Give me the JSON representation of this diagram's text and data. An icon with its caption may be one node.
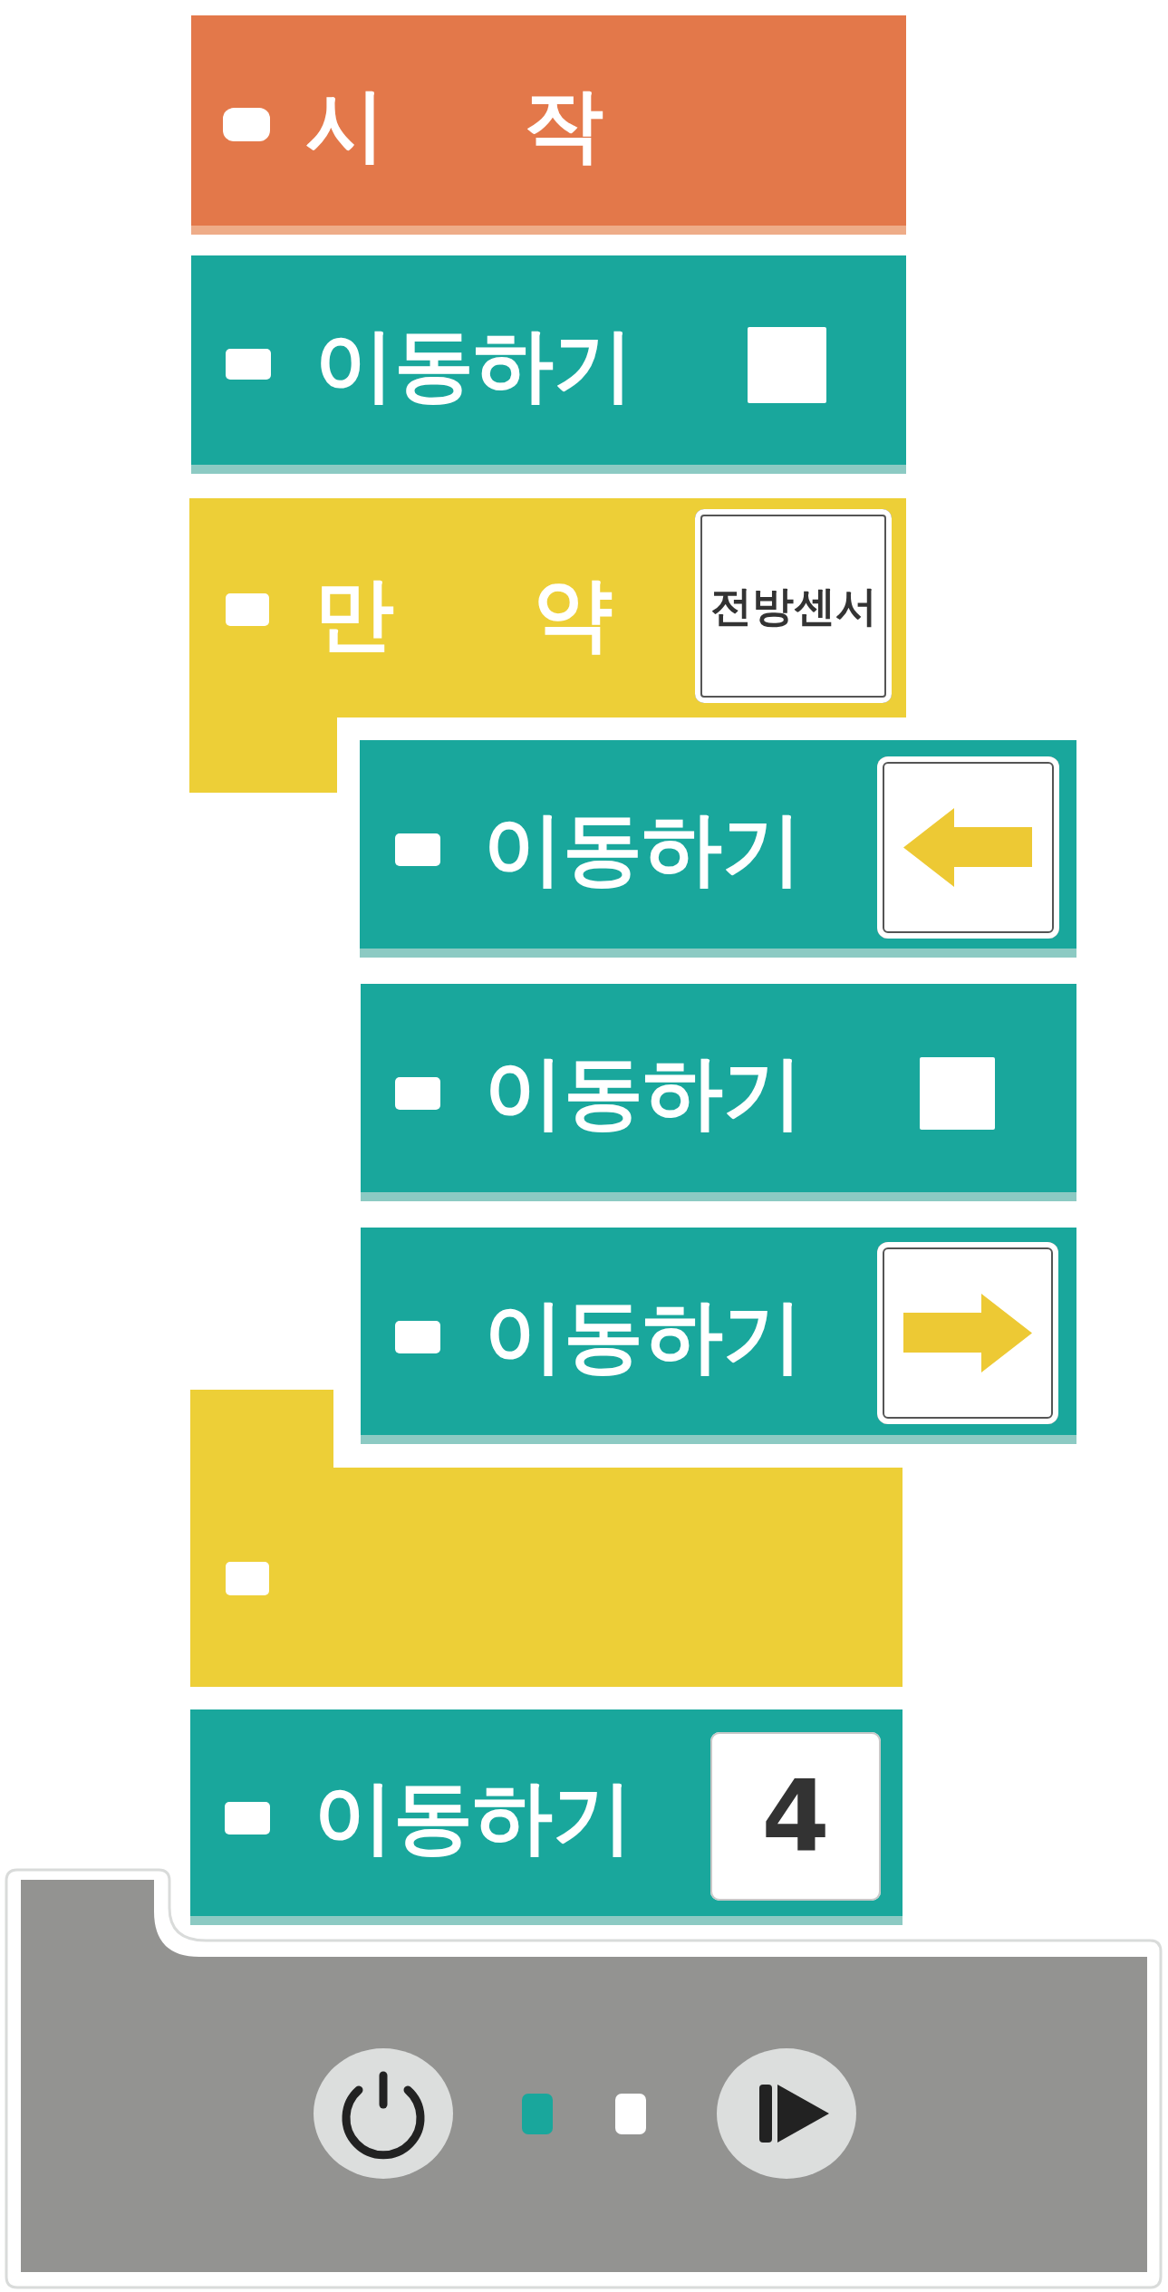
{
  "diagram": {
    "nodes": [
      {
        "text": [
          "시 작"
        ]
      },
      {
        "text": [
          "이동하기"
        ]
      },
      {
        "text": [
          "만 약"
        ]
      },
      {
        "text": [
          "전방센서"
        ],
        "in": 2
      },
      {
        "text": [
          "이동하기"
        ]
      },
      {
        "text": [],
        "shape": "picture",
        "in": 4
      },
      {
        "text": [
          "이동하기"
        ]
      },
      {
        "text": [
          "이동하기"
        ]
      },
      {
        "text": [],
        "shape": "picture",
        "in": 7
      },
      {
        "text": [],
        "shape": "box"
      },
      {
        "text": [
          "이동하기"
        ]
      },
      {
        "text": [
          "4"
        ],
        "in": 10
      },
      {
        "text": [],
        "shape": "box"
      }
    ]
  }
}
